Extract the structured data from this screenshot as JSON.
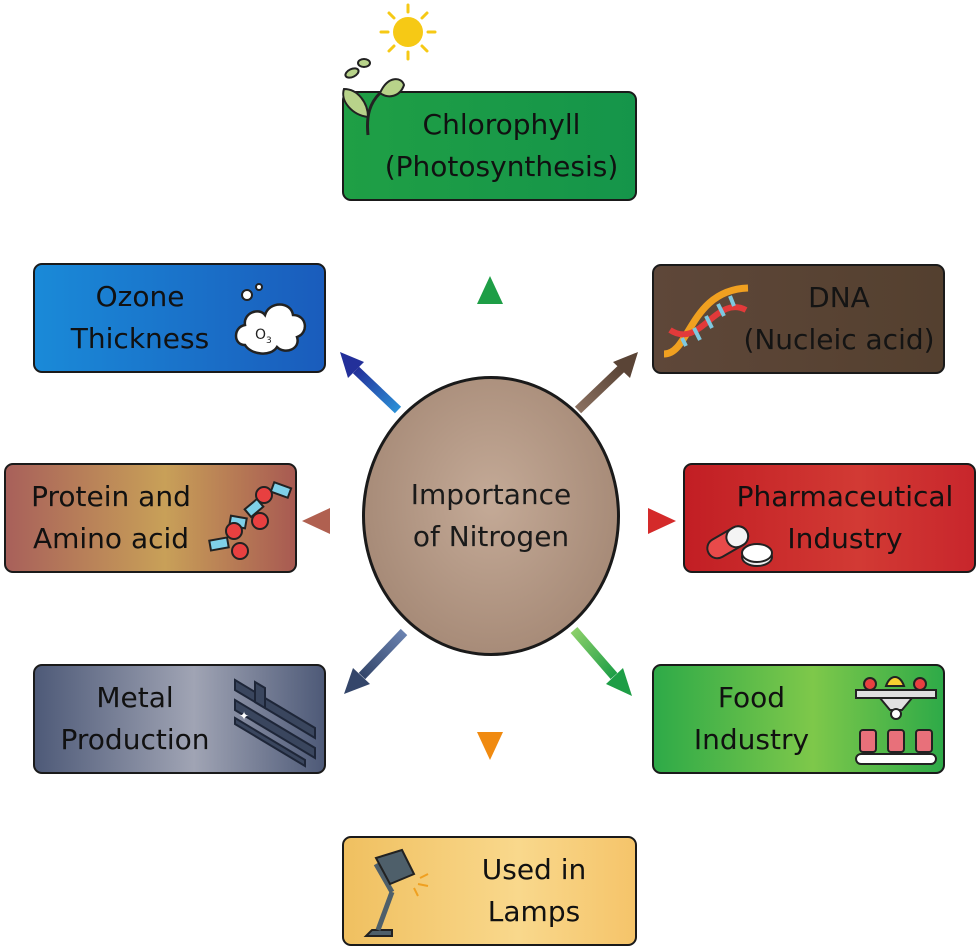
{
  "center": {
    "line1": "Importance",
    "line2": "of Nitrogen"
  },
  "nodes": {
    "chlorophyll": {
      "line1": "Chlorophyll",
      "line2": "(Photosynthesis)",
      "icon": "plant-sun-icon"
    },
    "dna": {
      "line1": "DNA",
      "line2": "(Nucleic acid)",
      "icon": "dna-helix-icon"
    },
    "ozone": {
      "line1": "Ozone",
      "line2": "Thickness",
      "icon": "ozone-cloud-icon",
      "icon_text": "O3"
    },
    "protein": {
      "line1": "Protein and",
      "line2": "Amino acid",
      "icon": "amino-chain-icon"
    },
    "pharma": {
      "line1": "Pharmaceutical",
      "line2": "Industry",
      "icon": "pill-capsule-icon"
    },
    "metal": {
      "line1": "Metal",
      "line2": "Production",
      "icon": "steel-beams-icon"
    },
    "food": {
      "line1": "Food",
      "line2": "Industry",
      "icon": "food-conveyor-icon"
    },
    "lamps": {
      "line1": "Used in",
      "line2": "Lamps",
      "icon": "desk-lamp-icon"
    }
  },
  "colors": {
    "chlorophyll": "#1b9a47",
    "dna": "#5a4436",
    "ozone": "#1a6cc2",
    "protein": "#b0665a",
    "pharma": "#c8262c",
    "metal": "#4a5670",
    "food": "#44b449",
    "lamps": "#f5c46a",
    "center": "#b0947f",
    "arrow_up": "#1e9e46",
    "arrow_ne": "#6a5244",
    "arrow_nw": "#23309a",
    "arrow_w": "#b87060",
    "arrow_e": "#d42a2a",
    "arrow_sw": "#3e5278",
    "arrow_s": "#f09a1a",
    "arrow_se": "#2eaa48"
  }
}
